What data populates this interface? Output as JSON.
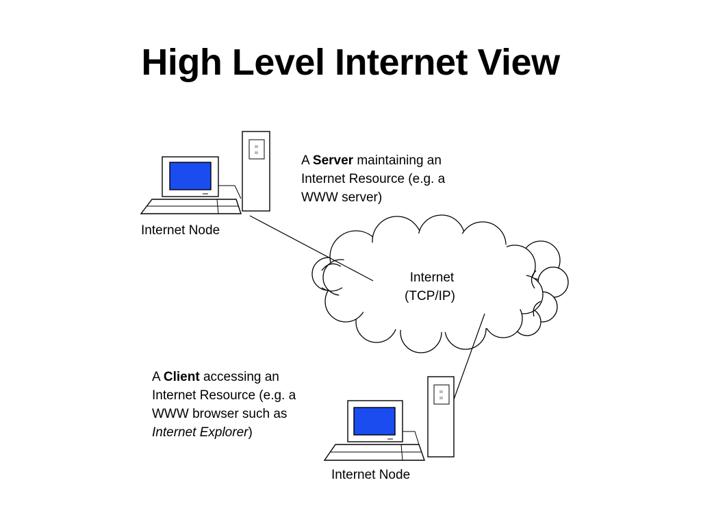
{
  "title": "High Level Internet View",
  "server_description": {
    "line1_prefix": "A ",
    "line1_bold": "Server",
    "line1_suffix": " maintaining an",
    "line2": "Internet Resource (e.g. a",
    "line3": "WWW server)"
  },
  "client_description": {
    "line1_prefix": "A ",
    "line1_bold": "Client",
    "line1_suffix": " accessing an",
    "line2": "Internet Resource (e.g. a",
    "line3": "WWW browser such as",
    "line4_italic": "Internet Explorer",
    "line4_suffix": ")"
  },
  "cloud": {
    "line1": "Internet",
    "line2": "(TCP/IP)"
  },
  "nodes": {
    "top_label": "Internet Node",
    "bottom_label": "Internet Node"
  },
  "colors": {
    "screen": "#1a4cf0",
    "stroke": "#000000",
    "background": "#ffffff"
  }
}
